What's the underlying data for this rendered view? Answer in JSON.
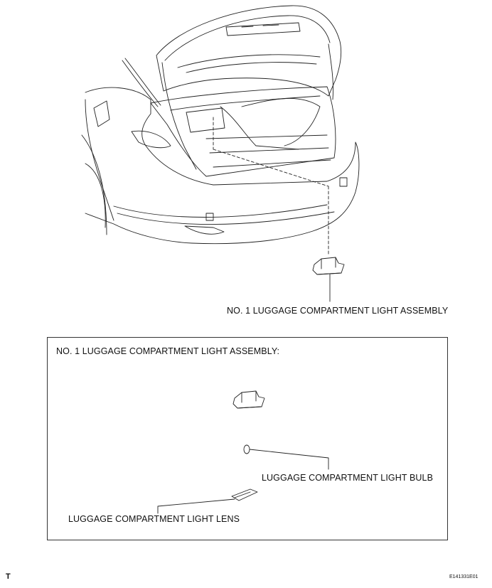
{
  "top_callout": "NO. 1 LUGGAGE COMPARTMENT LIGHT ASSEMBLY",
  "detail_box": {
    "title": "NO. 1 LUGGAGE COMPARTMENT LIGHT ASSEMBLY:",
    "bulb_label": "LUGGAGE COMPARTMENT LIGHT BULB",
    "lens_label": "LUGGAGE COMPARTMENT LIGHT LENS"
  },
  "footer": {
    "page_marker": "T",
    "figure_id": "E141331E01"
  },
  "colors": {
    "line": "#222222",
    "background": "#ffffff"
  }
}
